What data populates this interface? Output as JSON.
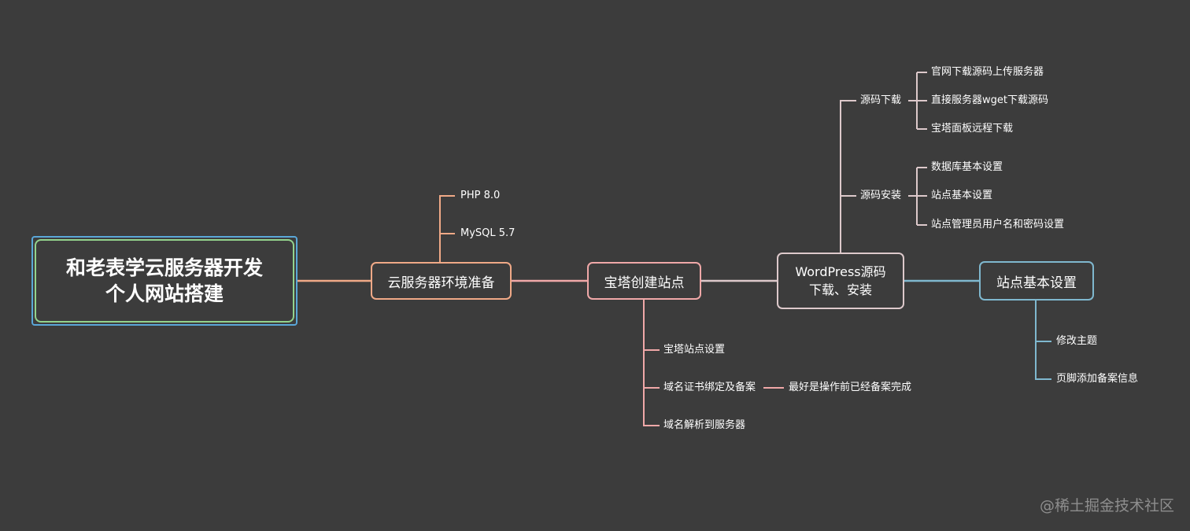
{
  "root": {
    "line1": "和老表学云服务器开发",
    "line2": "个人网站搭建"
  },
  "prep": {
    "label": "云服务器环境准备",
    "children": [
      "PHP 8.0",
      "MySQL 5.7"
    ]
  },
  "baota": {
    "label": "宝塔创建站点",
    "children": [
      "宝塔站点设置",
      "域名证书绑定及备案",
      "域名解析到服务器"
    ],
    "note": "最好是操作前已经备案完成"
  },
  "wordpress": {
    "line1": "WordPress源码",
    "line2": "下载、安装",
    "download": {
      "label": "源码下载",
      "children": [
        "官网下载源码上传服务器",
        "直接服务器wget下载源码",
        "宝塔面板远程下载"
      ]
    },
    "install": {
      "label": "源码安装",
      "children": [
        "数据库基本设置",
        "站点基本设置",
        "站点管理员用户名和密码设置"
      ]
    }
  },
  "site": {
    "label": "站点基本设置",
    "children": [
      "修改主题",
      "页脚添加备案信息"
    ]
  },
  "watermark": "@稀土掘金技术社区",
  "colors": {
    "background": "#3c3c3c",
    "root_border": "#93d38d",
    "root_outer": "#5aa7d8",
    "prep": "#f0a987",
    "baota": "#f0a8a8",
    "wordpress": "#ddc9cb",
    "site": "#7fb8cf"
  }
}
